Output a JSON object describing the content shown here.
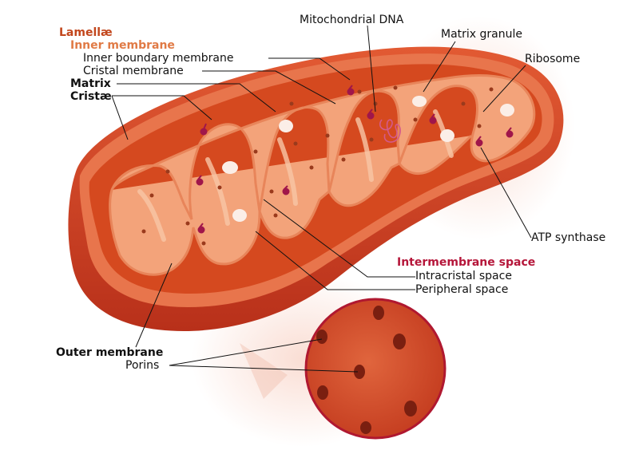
{
  "labels": {
    "lamellae": "Lamellæ",
    "inner_membrane": "Inner membrane",
    "inner_boundary_membrane": "Inner boundary membrane",
    "cristal_membrane": "Cristal membrane",
    "matrix": "Matrix",
    "cristae": "Cristæ",
    "mitochondrial_dna": "Mitochondrial DNA",
    "matrix_granule": "Matrix granule",
    "ribosome": "Ribosome",
    "atp_synthase": "ATP synthase",
    "intermembrane_space": "Intermembrane space",
    "intracristal_space": "Intracristal space",
    "peripheral_space": "Peripheral space",
    "outer_membrane": "Outer membrane",
    "porins": "Porins"
  },
  "colors": {
    "outer": "#c9391c",
    "outer_light": "#e2643a",
    "inner_fill": "#f3a37a",
    "inner_edge": "#e8855a",
    "lamellae_header": "#c2461c",
    "inner_header": "#e07a45",
    "intermembrane_header": "#b5163a",
    "atp": "#a0164a",
    "zoom_border": "#b01830"
  }
}
